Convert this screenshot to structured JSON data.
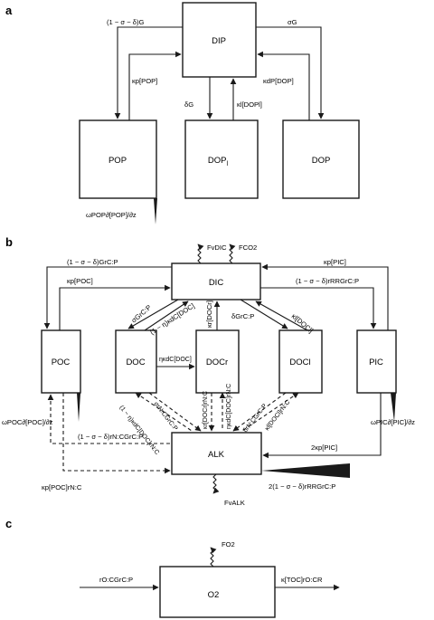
{
  "panels": {
    "a": "a",
    "b": "b",
    "c": "c"
  },
  "panel_a": {
    "boxes": {
      "dip": "DIP",
      "pop": "POP",
      "dopl": "DOP",
      "dopl_sub": "l",
      "dop": "DOP"
    },
    "labels": {
      "left_top": "(1 − σ − δ)G",
      "right_top": "σG",
      "kp_pop": "κp[POP]",
      "kdp_dop": "κdP[DOP]",
      "delta_g": "δG",
      "kl_dopl": "κl[DOPl]",
      "sink_pop": "ωPOP∂[POP]/∂z"
    }
  },
  "panel_b": {
    "boxes": {
      "dic": "DIC",
      "poc": "POC",
      "doc": "DOC",
      "docr": "DOCr",
      "docl": "DOCl",
      "pic": "PIC",
      "alk": "ALK"
    },
    "labels": {
      "f_vdic": "FvDIC",
      "f_co2": "FCO2",
      "g_poc": "(1 − σ − δ)GrC:P",
      "kp_pic_top": "κp[PIC]",
      "kp_poc": "κp[POC]",
      "g_pic": "(1 − σ − δ)rRRGrC:P",
      "sigma_g": "σGrC:P",
      "eta_kdc": "(1 − η)κdC[DOC]",
      "kr_docr": "κr[DOCr]",
      "delta_g_cp": "δGrC:P",
      "kl_docl": "κl[DOCl]",
      "eta_kdc_doc": "ηκdC[DOC]",
      "dash1": "(1 − η)κdC[DOC]rN:C",
      "dash2": "σrN:CGrC:P",
      "dash3": "κr[DOCr]rN:C",
      "dash4": "ηκdC[DOC]rN:C",
      "dash5": "δrN:CGrC:P",
      "dash6": "κl[DOCl]rN:C",
      "sink_poc": "ωPOC∂[POC]/∂z",
      "sink_pic": "ωPIC∂[PIC]/∂z",
      "alk_in": "(1 − σ − δ)rN:CGrC:P",
      "two_kp_pic": "2κp[PIC]",
      "kp_poc_n": "κp[POC]rN:C",
      "alk_out": "2(1 − σ − δ)rRRGrC:P",
      "f_valk": "FvALK"
    }
  },
  "panel_c": {
    "boxes": {
      "o2": "O2"
    },
    "labels": {
      "in": "rO:CGrC:P",
      "out": "κ[TOC]rO:CR",
      "f_o2": "FO2"
    }
  }
}
